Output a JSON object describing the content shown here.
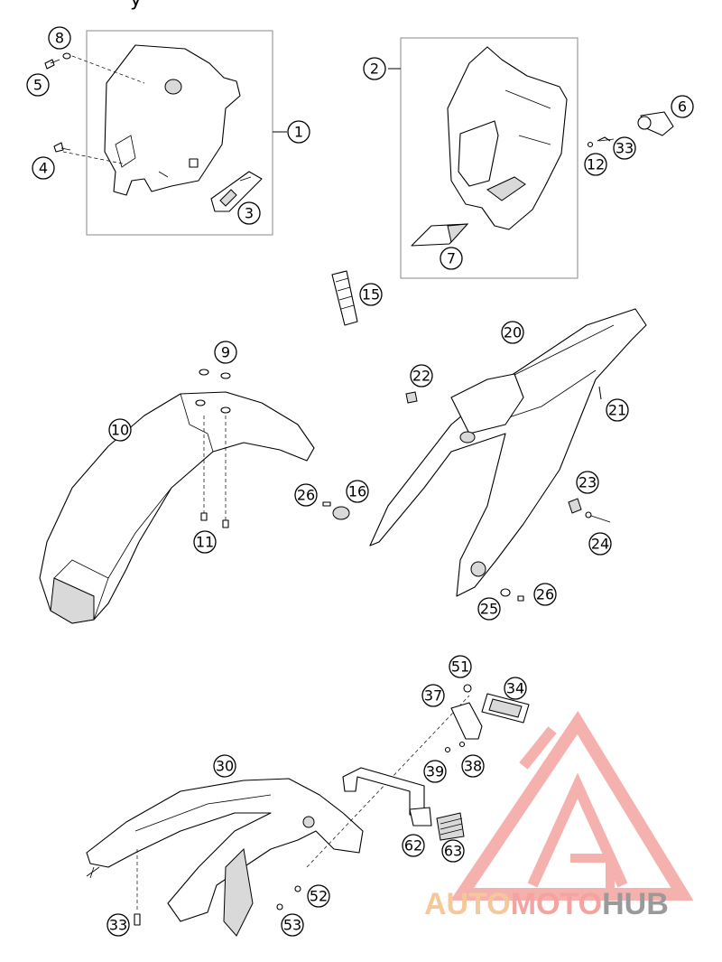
{
  "title_fragment": "y",
  "callouts": {
    "c1": "1",
    "c2": "2",
    "c3": "3",
    "c4": "4",
    "c5": "5",
    "c6": "6",
    "c7": "7",
    "c8": "8",
    "c9": "9",
    "c10": "10",
    "c11": "11",
    "c12": "12",
    "c15": "15",
    "c16": "16",
    "c20": "20",
    "c21": "21",
    "c22": "22",
    "c23": "23",
    "c24": "24",
    "c25": "25",
    "c26a": "26",
    "c26b": "26",
    "c30": "30",
    "c33a": "33",
    "c33b": "33",
    "c34": "34",
    "c37": "37",
    "c38": "38",
    "c39": "39",
    "c51": "51",
    "c52": "52",
    "c53": "53",
    "c62": "62",
    "c63": "63"
  },
  "watermark": {
    "part1": "AUTO",
    "part2": "MOTO",
    "part3": "HUB",
    "color_light": "#f5c89a",
    "color_pink": "#f3a4a0",
    "color_gray": "#9a9a9a"
  }
}
